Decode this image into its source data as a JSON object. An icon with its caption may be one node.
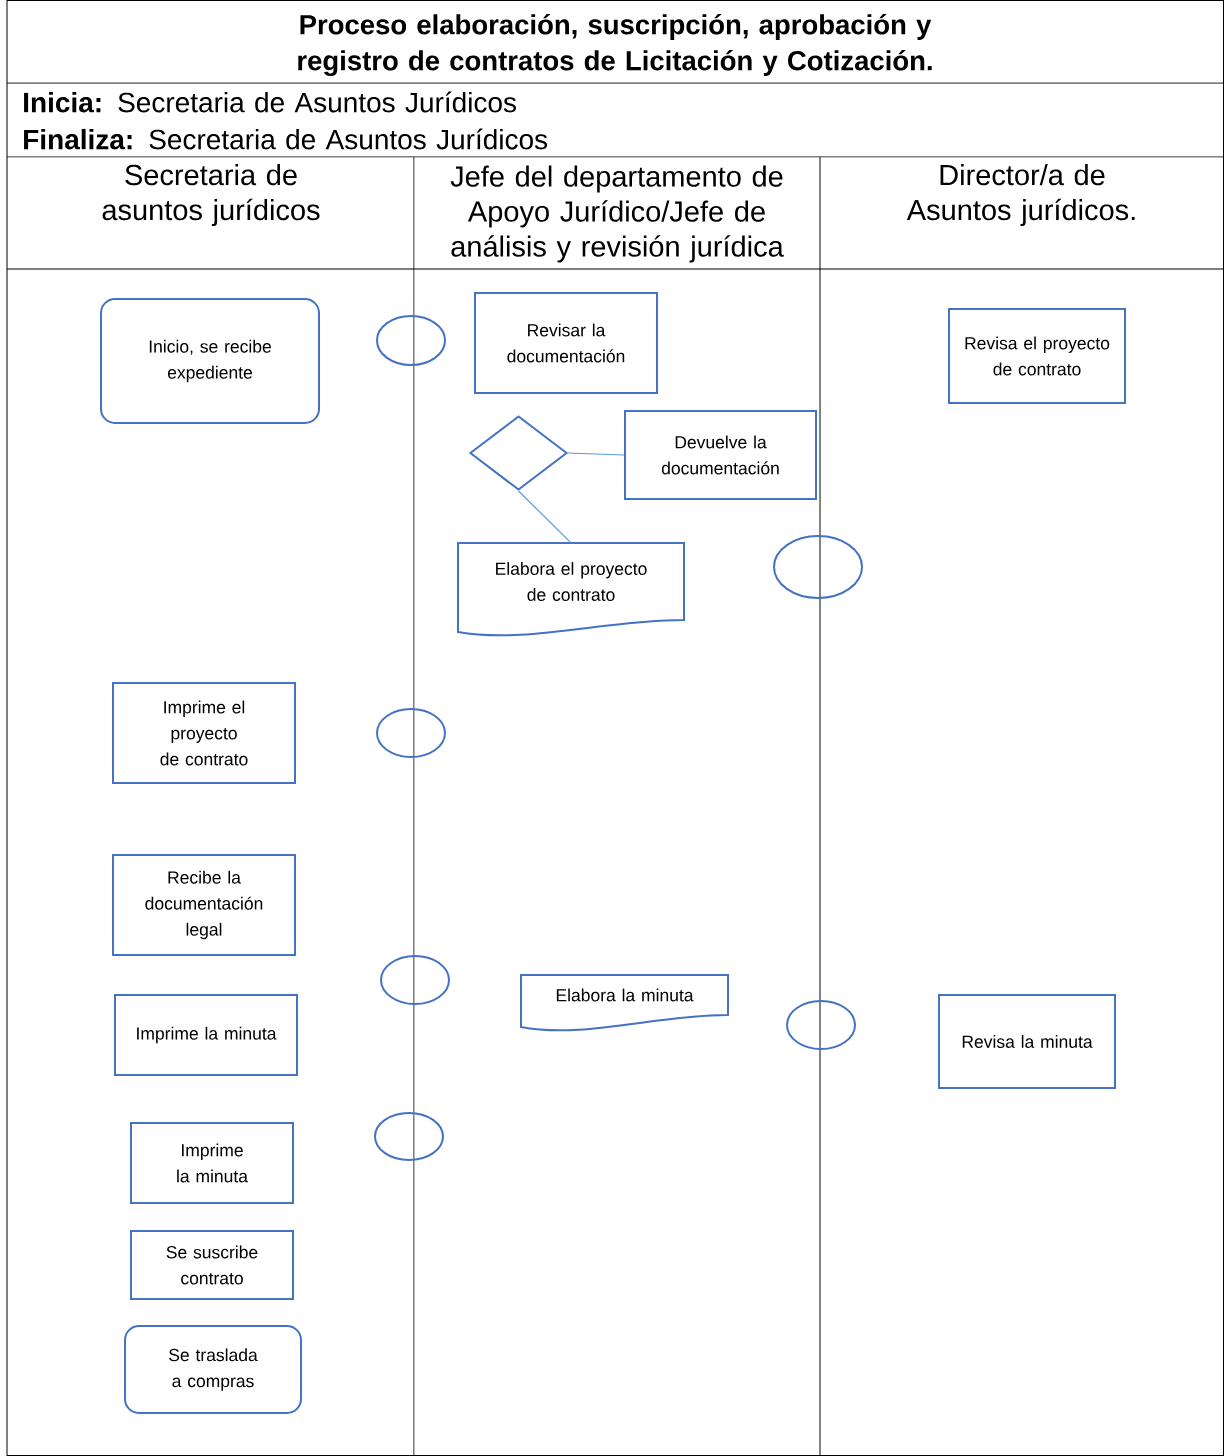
{
  "diagram": {
    "title": "Proceso elaboración, suscripción, aprobación y registro de contratos de Licitación y Cotización.",
    "nodes": [
      {
        "text": [
          "Inicio, se recibe expediente"
        ]
      },
      {
        "text": [],
        "shape": "circle"
      },
      {
        "text": [
          "Revisar la documentación"
        ]
      },
      {
        "text": [
          "Revisa el proyecto de contrato"
        ]
      },
      {
        "text": [],
        "shape": "diamond"
      },
      {
        "text": [
          "Devuelve la documentación"
        ]
      },
      {
        "text": [
          "Elabora el proyecto de contrato"
        ]
      },
      {
        "text": [],
        "shape": "circle"
      },
      {
        "text": [
          "Imprime el proyecto de contrato"
        ]
      },
      {
        "text": [],
        "shape": "circle"
      },
      {
        "text": [
          "Recibe la documentación legal"
        ]
      },
      {
        "text": [],
        "shape": "circle"
      },
      {
        "text": [
          "Elabora la minuta"
        ]
      },
      {
        "text": [
          "Imprime la minuta"
        ]
      },
      {
        "text": [],
        "shape": "circle"
      },
      {
        "text": [
          "Revisa la minuta"
        ]
      },
      {
        "text": [],
        "shape": "circle"
      },
      {
        "text": [
          "Imprime la minuta"
        ]
      },
      {
        "text": [
          "Se suscribe contrato"
        ]
      },
      {
        "text": [
          "Se traslada a compras"
        ]
      }
    ],
    "edges": [
      {
        "from": 4,
        "to": 5,
        "arrow": "none",
        "color": "#5b9bd5"
      },
      {
        "from": 4,
        "to": 6,
        "arrow": "none",
        "color": "#5b9bd5"
      }
    ],
    "labels": [
      "**Inicia:** Secretaria de Asuntos Jurídicos",
      "**Finaliza:** Secretaria de Asuntos Jurídicos",
      "Secretaria de asuntos jurídicos",
      "Jefe del departamento de Apoyo Jurídico/Jefe de análisis y revisión jurídica",
      "Director/a de Asuntos jurídicos."
    ]
  }
}
